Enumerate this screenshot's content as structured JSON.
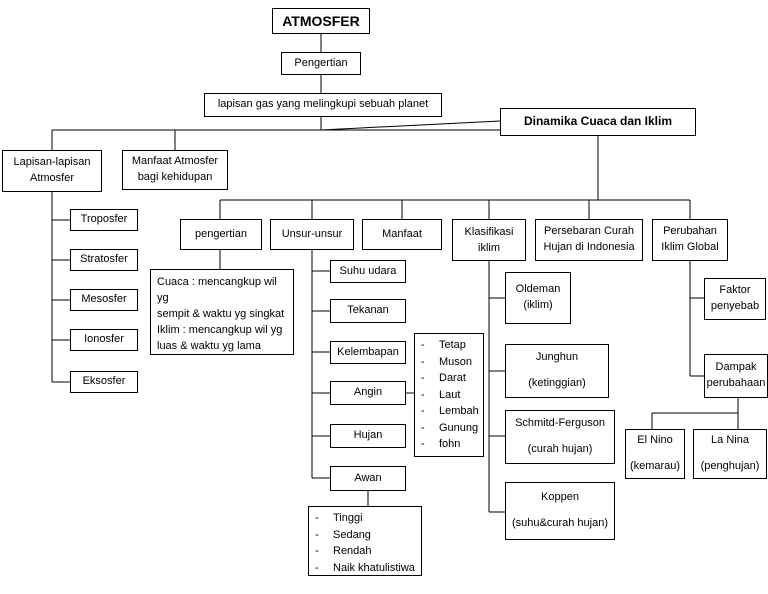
{
  "title": "ATMOSFER",
  "pengertian": "Pengertian",
  "definisi": "lapisan gas yang melingkupi sebuah planet",
  "dinamika": "Dinamika Cuaca dan Iklim",
  "lapisan": {
    "label_line1": "Lapisan-lapisan",
    "label_line2": "Atmosfer",
    "items": [
      "Troposfer",
      "Stratosfer",
      "Mesosfer",
      "Ionosfer",
      "Eksosfer"
    ]
  },
  "manfaat_atmosfer": {
    "line1": "Manfaat Atmosfer",
    "line2": "bagi kehidupan"
  },
  "sub": {
    "pengertian": "pengertian",
    "unsur": "Unsur-unsur",
    "manfaat": "Manfaat",
    "klasifikasi": {
      "line1": "Klasifikasi",
      "line2": "iklim"
    },
    "persebaran": {
      "line1": "Persebaran Curah",
      "line2": "Hujan di Indonesia"
    },
    "perubahan": {
      "line1": "Perubahan",
      "line2": "Iklim Global"
    }
  },
  "definitions": {
    "cuaca_line1": "Cuaca : mencangkup wil yg",
    "cuaca_line2": "sempit & waktu yg singkat",
    "iklim_line1": "Iklim : mencangkup wil yg",
    "iklim_line2": "luas & waktu yg lama"
  },
  "unsur_items": [
    "Suhu udara",
    "Tekanan",
    "Kelembapan",
    "Angin",
    "Hujan",
    "Awan"
  ],
  "angin_types": [
    "Tetap",
    "Muson",
    "Darat",
    "Laut",
    "Lembah",
    "Gunung",
    "fohn"
  ],
  "awan_types": [
    "Tinggi",
    "Sedang",
    "Rendah",
    "Naik khatulistiwa"
  ],
  "klasifikasi_items": [
    {
      "name": "Oldeman",
      "note": "(iklim)"
    },
    {
      "name": "Junghun",
      "note": "(ketinggian)"
    },
    {
      "name": "Schmitd-Ferguson",
      "note": "(curah hujan)"
    },
    {
      "name": "Koppen",
      "note": "(suhu&curah hujan)"
    }
  ],
  "faktor": {
    "line1": "Faktor",
    "line2": "penyebab"
  },
  "dampak": {
    "line1": "Dampak",
    "line2": "perubahaan"
  },
  "elnino": {
    "name": "El Nino",
    "note": "(kemarau)"
  },
  "lanina": {
    "name": "La Nina",
    "note": "(penghujan)"
  }
}
